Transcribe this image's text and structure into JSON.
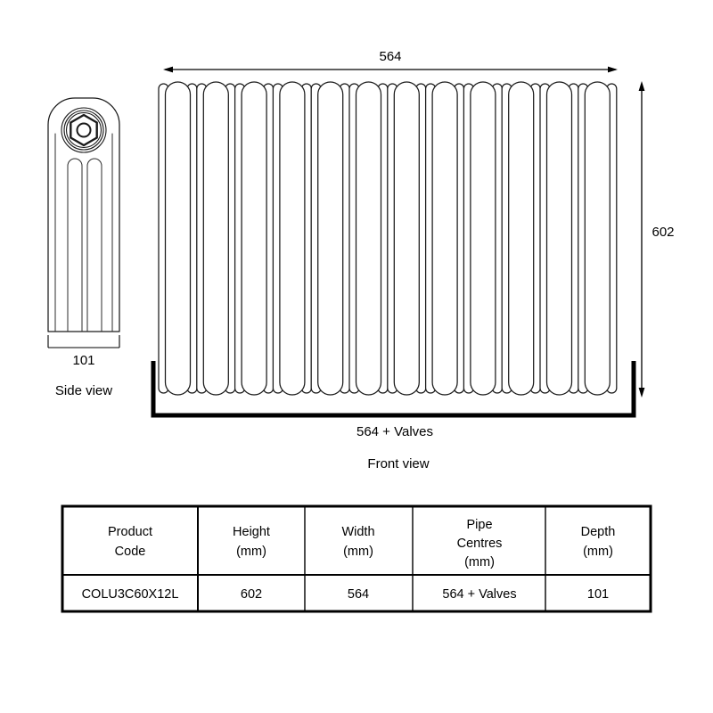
{
  "drawing": {
    "front_view": {
      "label": "Front view",
      "section_count": 12,
      "top_dimension": {
        "name": "width",
        "value": "564"
      },
      "right_dimension": {
        "name": "height",
        "value": "602"
      },
      "bottom_dimension": {
        "name": "pipe-centres",
        "value": "564 + Valves"
      }
    },
    "side_view": {
      "label": "Side view",
      "bottom_dimension": {
        "name": "depth",
        "value": "101"
      },
      "valve_icon": "hex-nut-icon",
      "channel_count": 2
    }
  },
  "spec_table": {
    "headers": [
      {
        "line1": "Product",
        "line2": "Code",
        "line3": ""
      },
      {
        "line1": "Height",
        "line2": "(mm)",
        "line3": ""
      },
      {
        "line1": "Width",
        "line2": "(mm)",
        "line3": ""
      },
      {
        "line1": "Pipe",
        "line2": "Centres",
        "line3": "(mm)"
      },
      {
        "line1": "Depth",
        "line2": "(mm)",
        "line3": ""
      }
    ],
    "rows": [
      {
        "product_code": "COLU3C60X12L",
        "height": "602",
        "width": "564",
        "pipe_centres": "564 + Valves",
        "depth": "101"
      }
    ]
  },
  "colors": {
    "line": "#1a1a1a",
    "background": "#ffffff",
    "bracket": "#000000"
  }
}
